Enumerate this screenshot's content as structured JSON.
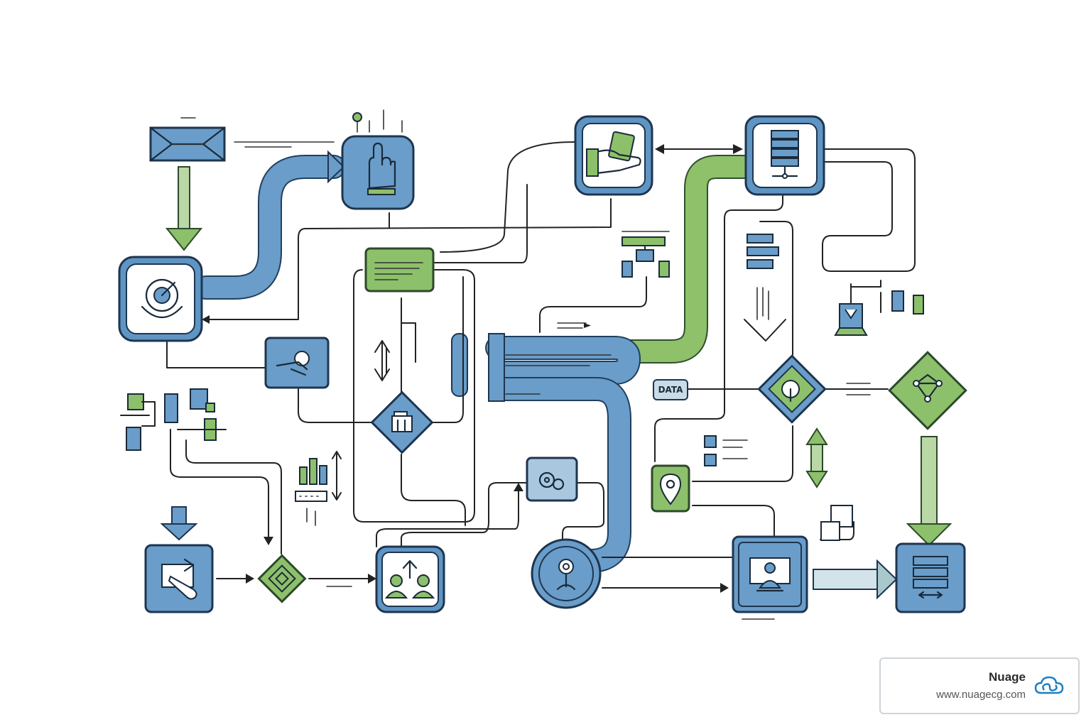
{
  "diagram": {
    "data_tag": "DATA"
  },
  "brand": {
    "name": "Nuage",
    "url": "www.nuagecg.com",
    "logo_icon": "cloud-icon",
    "logo_color": "#1f7fc4"
  },
  "colors": {
    "blue": "#6a9dc9",
    "green": "#8dc06a",
    "outline": "#1e3550"
  }
}
